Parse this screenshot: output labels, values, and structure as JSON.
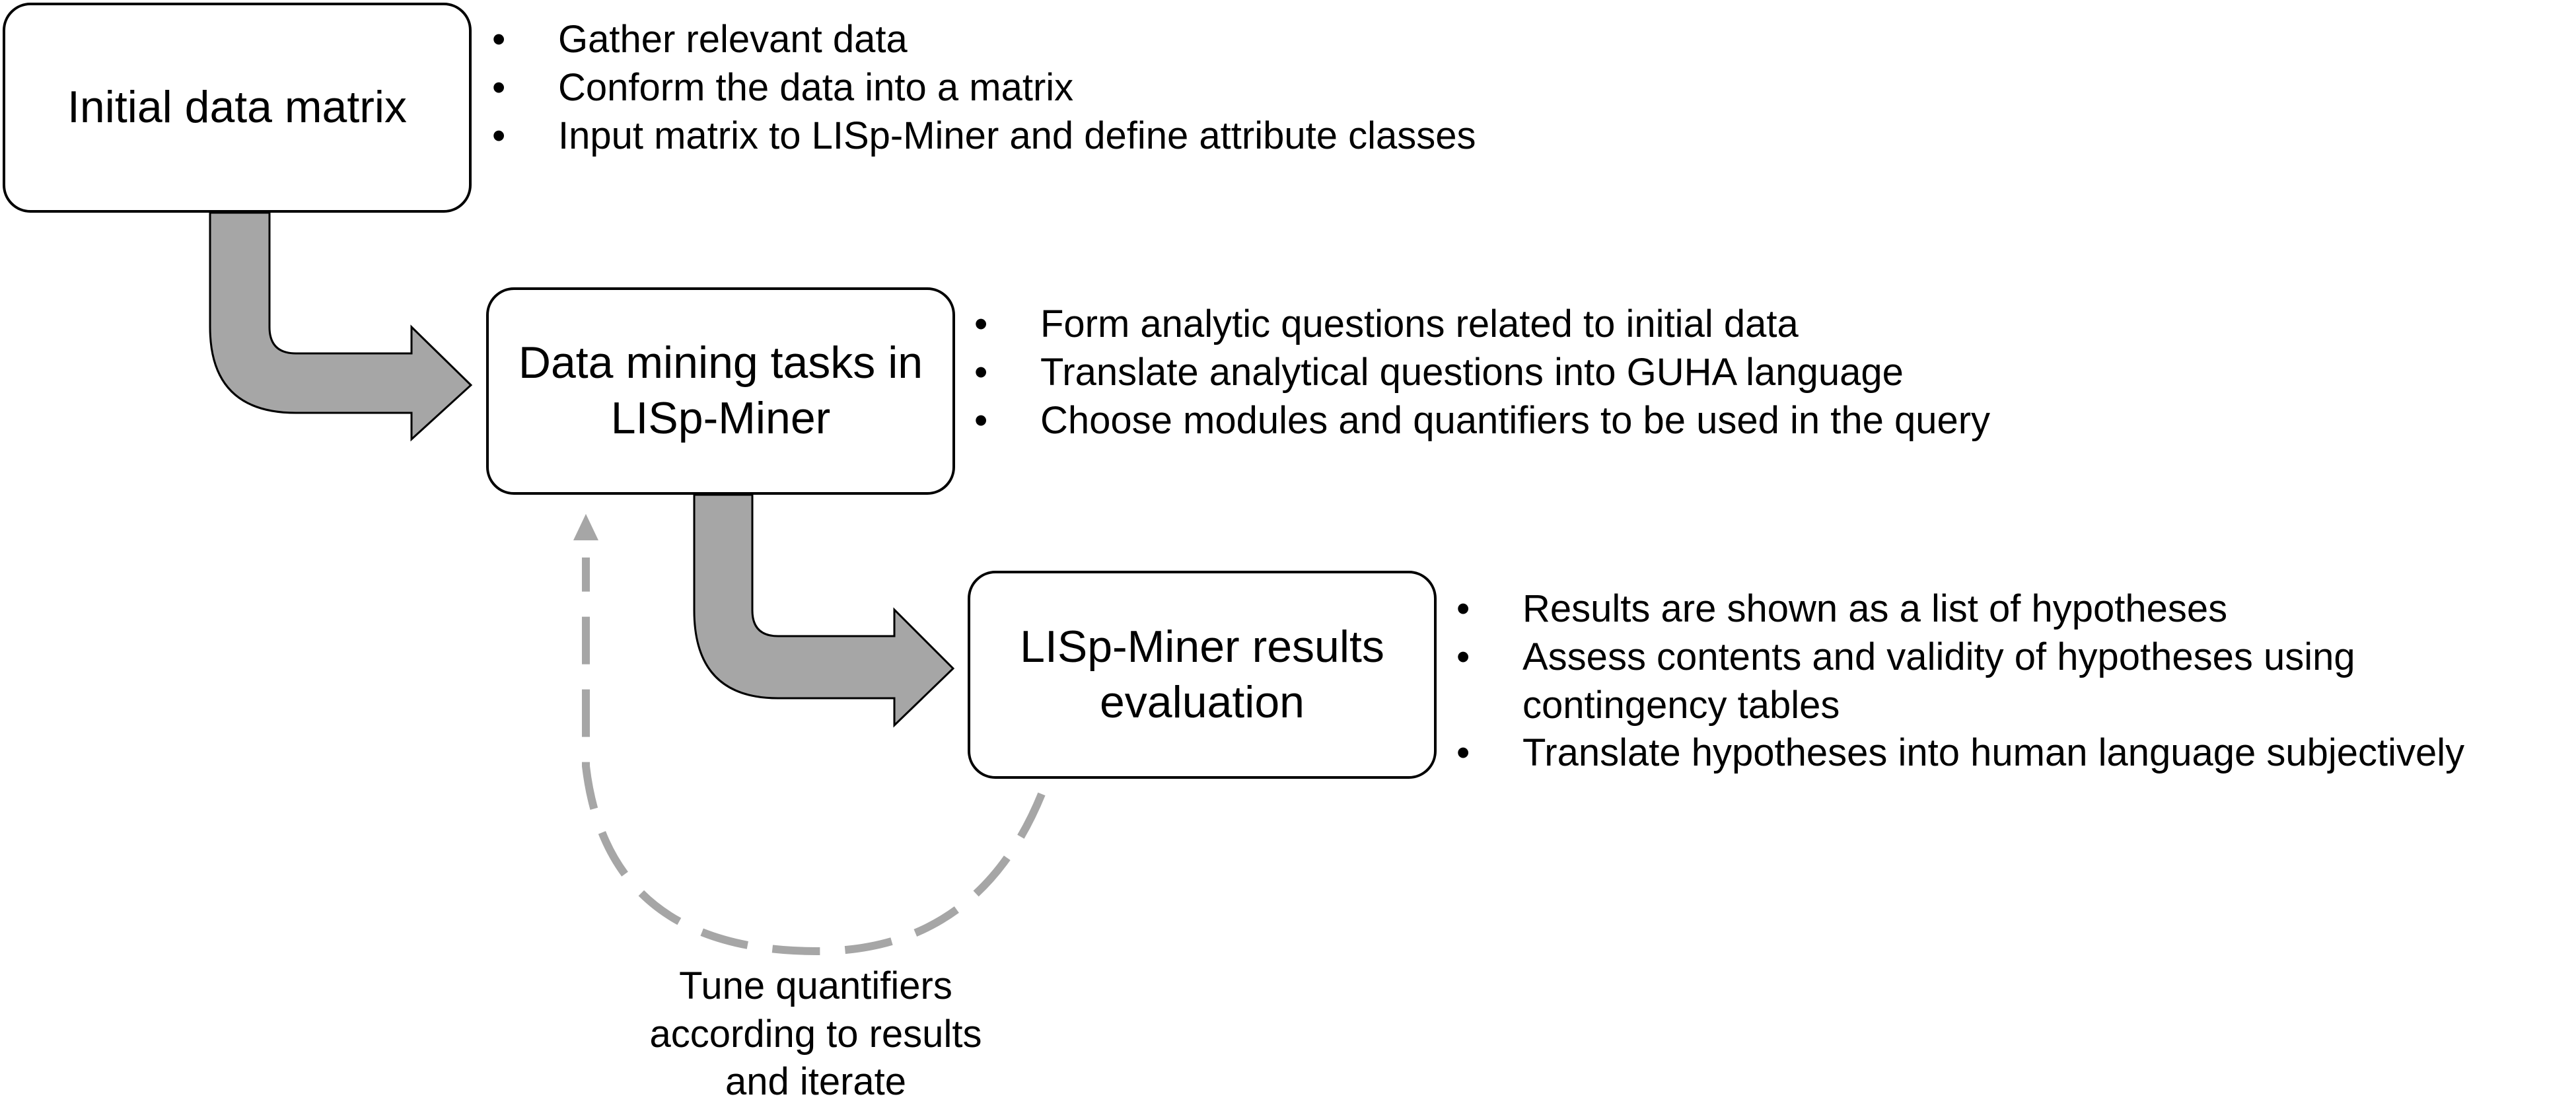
{
  "stages": [
    {
      "title": "Initial data matrix",
      "bullets": [
        "Gather relevant data",
        "Conform the data into a matrix",
        "Input matrix to LISp-Miner and define attribute classes"
      ]
    },
    {
      "title": "Data mining tasks in LISp-Miner",
      "bullets": [
        "Form analytic questions related to initial data",
        "Translate analytical questions into GUHA language",
        "Choose modules and quantifiers to be used in the query"
      ]
    },
    {
      "title": "LISp-Miner results evaluation",
      "bullets": [
        "Results are shown as a list of hypotheses",
        "Assess contents and validity of hypotheses using contingency tables",
        "Translate hypotheses into human language subjectively"
      ]
    }
  ],
  "feedback_loop": {
    "label": "Tune quantifiers according to results and iterate"
  },
  "colors": {
    "arrow_fill": "#a6a6a6",
    "arrow_stroke": "#000000",
    "dashed_loop": "#a6a6a6",
    "box_border": "#000000"
  }
}
